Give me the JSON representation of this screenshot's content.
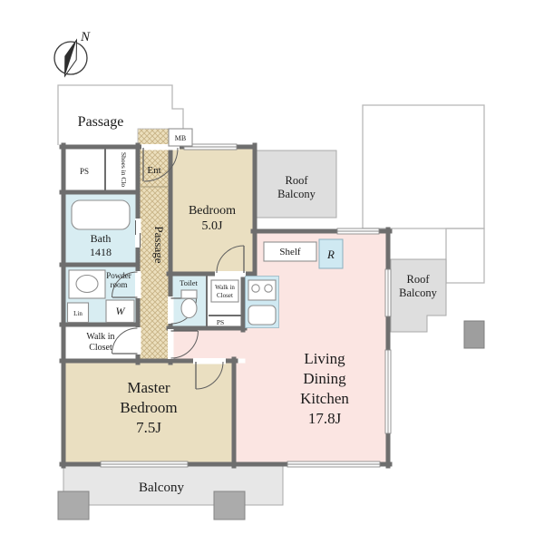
{
  "colors": {
    "wall": "#6e6e6e",
    "bedroom_fill": "#eadfc1",
    "ldk_fill": "#fbe5e2",
    "wet_fill": "#d8edf2",
    "kitchen_fill": "#cfe9f2",
    "balcony_fill": "#e7e7e7",
    "roof_fill": "#dedede",
    "column_fill": "#ababab",
    "outline": "#b8b8b8"
  },
  "compass": {
    "north": "N"
  },
  "outside": {
    "passage": "Passage",
    "meter_box": "MB",
    "roof_balcony_top": {
      "line1": "Roof",
      "line2": "Balcony"
    },
    "roof_balcony_right": {
      "line1": "Roof",
      "line2": "Balcony"
    },
    "balcony": "Balcony"
  },
  "rooms": {
    "entrance": "Ent",
    "hallway": "Passage",
    "shoes_closet": "Shoes in Clo",
    "pipe_space_top": "PS",
    "pipe_space_small": "PS",
    "bath": {
      "name": "Bath",
      "size": "1418"
    },
    "powder_room": {
      "line1": "Powder",
      "line2": "room"
    },
    "linen": "Lin",
    "washer": "W",
    "walk_in_closet": {
      "line1": "Walk in",
      "line2": "Closet"
    },
    "walk_in_closet_small": {
      "line1": "Walk in",
      "line2": "Closet"
    },
    "toilet": "Toilet",
    "bedroom": {
      "name": "Bedroom",
      "size": "5.0J"
    },
    "master_bedroom": {
      "line1": "Master",
      "line2": "Bedroom",
      "size": "7.5J"
    },
    "ldk": {
      "line1": "Living",
      "line2": "Dining",
      "line3": "Kitchen",
      "size": "17.8J"
    },
    "shelf": "Shelf",
    "refrigerator": "R"
  }
}
